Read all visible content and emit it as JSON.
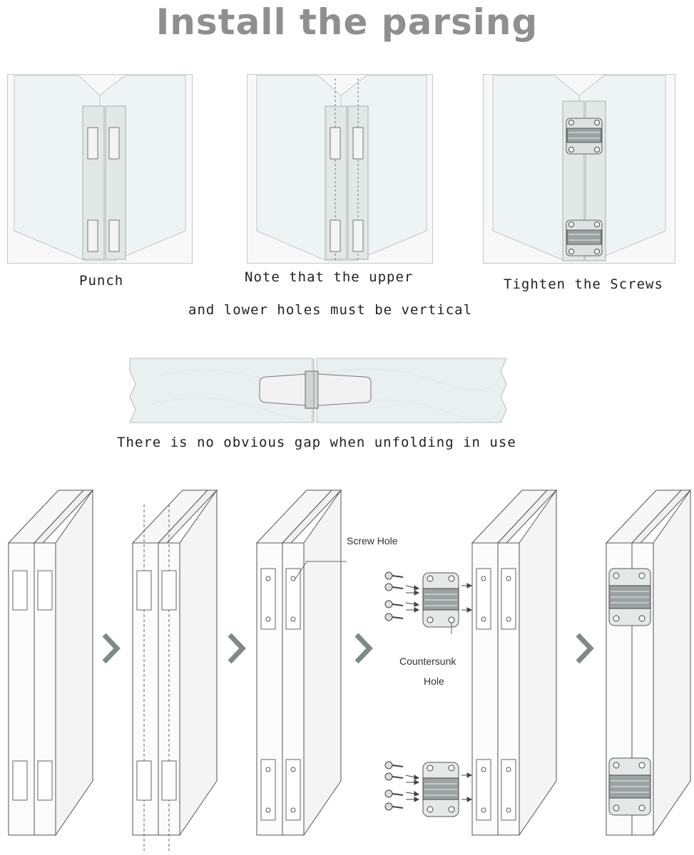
{
  "title": "Install the parsing",
  "steps": {
    "punch": "Punch",
    "note_line1": "Note that the upper",
    "note_line2": "and lower holes must be vertical",
    "tighten": "Tighten the Screws"
  },
  "gap_caption": "There is no obvious gap when unfolding in use",
  "labels": {
    "screw_hole": "Screw Hole",
    "countersunk_line1": "Countersunk",
    "countersunk_line2": "Hole"
  },
  "icons": {
    "next_step": "chevron-right-icon",
    "hinge": "hinge-icon",
    "screw": "screw-icon"
  },
  "colors": {
    "title": "#8f8f8f",
    "chevron": "#7f8a88",
    "door_fill": "#eef3f3",
    "frame_fill": "#f8f8f8",
    "stile_fill": "#e2e8e5"
  }
}
